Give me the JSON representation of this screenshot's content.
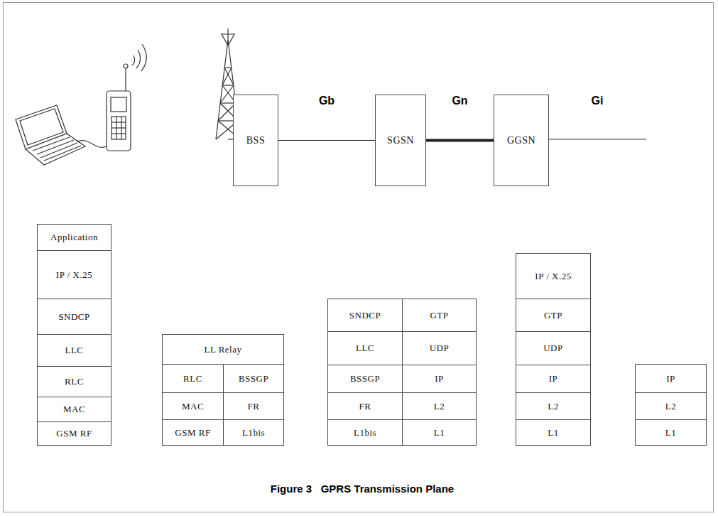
{
  "diagram": {
    "caption": "Figure 3   GPRS Transmission Plane",
    "nodes": [
      {
        "text": [
          "BSS"
        ]
      },
      {
        "text": [
          "SGSN"
        ]
      },
      {
        "text": [
          "GGSN"
        ]
      },
      {
        "text": [
          "Application"
        ]
      },
      {
        "text": [
          "IP / X.25"
        ]
      },
      {
        "text": [
          "SNDCP"
        ]
      },
      {
        "text": [
          "LLC"
        ]
      },
      {
        "text": [
          "RLC"
        ]
      },
      {
        "text": [
          "MAC"
        ]
      },
      {
        "text": [
          "GSM RF"
        ]
      },
      {
        "text": [
          "LL Relay"
        ]
      },
      {
        "text": [
          "RLC"
        ]
      },
      {
        "text": [
          "BSSGP"
        ]
      },
      {
        "text": [
          "MAC"
        ]
      },
      {
        "text": [
          "FR"
        ]
      },
      {
        "text": [
          "GSM RF"
        ]
      },
      {
        "text": [
          "L1bis"
        ]
      },
      {
        "text": [
          "SNDCP"
        ]
      },
      {
        "text": [
          "GTP"
        ]
      },
      {
        "text": [
          "LLC"
        ]
      },
      {
        "text": [
          "UDP"
        ]
      },
      {
        "text": [
          "BSSGP"
        ]
      },
      {
        "text": [
          "IP"
        ]
      },
      {
        "text": [
          "FR"
        ]
      },
      {
        "text": [
          "L2"
        ]
      },
      {
        "text": [
          "L1bis"
        ]
      },
      {
        "text": [
          "L1"
        ]
      },
      {
        "text": [
          "IP / X.25"
        ]
      },
      {
        "text": [
          "GTP"
        ]
      },
      {
        "text": [
          "UDP"
        ]
      },
      {
        "text": [
          "IP"
        ]
      },
      {
        "text": [
          "L2"
        ]
      },
      {
        "text": [
          "L1"
        ]
      },
      {
        "text": [
          "IP"
        ]
      },
      {
        "text": [
          "L2"
        ]
      },
      {
        "text": [
          "L1"
        ]
      }
    ],
    "edges": [
      {
        "from": 0,
        "to": 1,
        "arrow": "none",
        "label": "Gb"
      },
      {
        "from": 1,
        "to": 2,
        "arrow": "none",
        "label": "Gn"
      }
    ],
    "labels": [
      "Gi"
    ]
  }
}
